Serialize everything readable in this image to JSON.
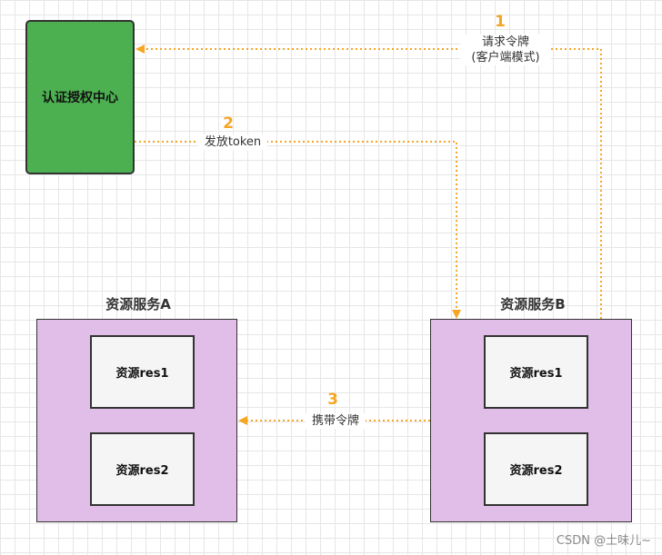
{
  "nodes": {
    "auth_center": "认证授权中心",
    "service_a": {
      "title": "资源服务A",
      "resources": [
        "资源res1",
        "资源res2"
      ]
    },
    "service_b": {
      "title": "资源服务B",
      "resources": [
        "资源res1",
        "资源res2"
      ]
    }
  },
  "edges": [
    {
      "step": "1",
      "label_line1": "请求令牌",
      "label_line2": "(客户端模式)"
    },
    {
      "step": "2",
      "label": "发放token"
    },
    {
      "step": "3",
      "label": "携带令牌"
    }
  ],
  "watermark": "CSDN @土味儿~",
  "colors": {
    "auth_fill": "#4caf50",
    "service_fill": "#e1bee7",
    "resource_fill": "#f5f5f5",
    "arrow": "#f5a623"
  }
}
